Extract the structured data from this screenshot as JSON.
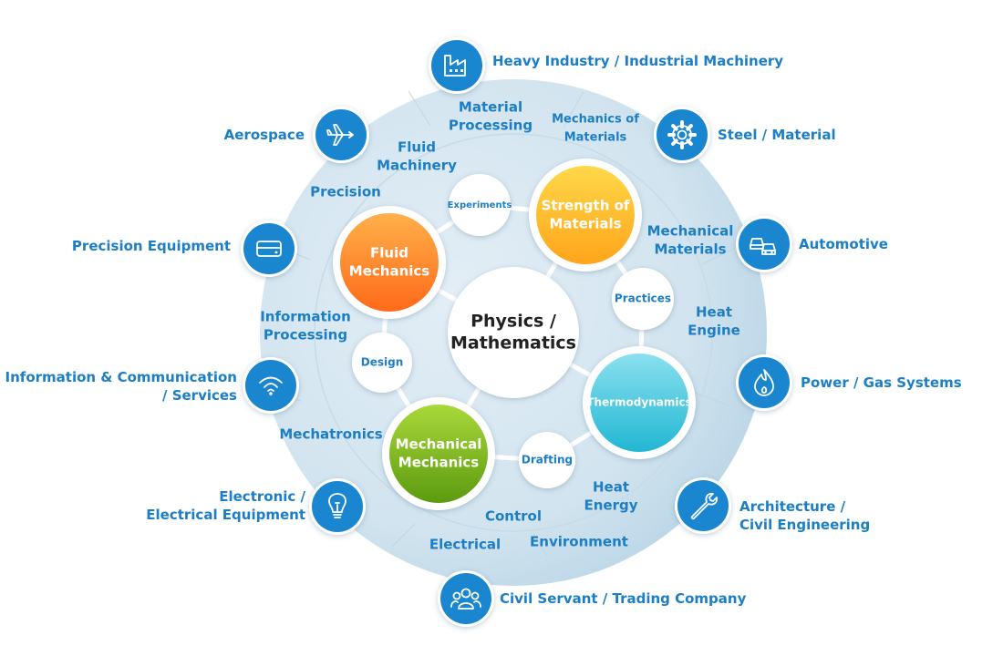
{
  "colors": {
    "accent_blue": "#1c7ec4",
    "icon_circle": "#1a86d0",
    "ring_light": "#e3eef6",
    "ring_dark": "#b4d2e4",
    "fluid": [
      "#ffb04a",
      "#ff6a1a"
    ],
    "strength": [
      "#ffd84a",
      "#ffa51a"
    ],
    "thermo": [
      "#8ae0ef",
      "#22b7d3"
    ],
    "mechanical": [
      "#a9d93a",
      "#5c9a10"
    ],
    "hub_text": "#222222"
  },
  "center": {
    "lines": [
      "Physics /",
      "Mathematics"
    ]
  },
  "core_subjects": [
    {
      "key": "fluid",
      "lines": [
        "Fluid",
        "Mechanics"
      ]
    },
    {
      "key": "strength",
      "lines": [
        "Strength of",
        "Materials"
      ]
    },
    {
      "key": "thermo",
      "lines": [
        "Thermodynamics"
      ]
    },
    {
      "key": "mechanical",
      "lines": [
        "Mechanical",
        "Mechanics"
      ]
    }
  ],
  "links": [
    {
      "key": "experiments",
      "label": "Experiments"
    },
    {
      "key": "practices",
      "label": "Practices"
    },
    {
      "key": "drafting",
      "label": "Drafting"
    },
    {
      "key": "design",
      "label": "Design"
    }
  ],
  "fields": [
    {
      "key": "material-processing",
      "lines": [
        "Material",
        "Processing"
      ]
    },
    {
      "key": "mechanics-of-materials",
      "lines": [
        "Mechanics of",
        "Materials"
      ]
    },
    {
      "key": "fluid-machinery",
      "lines": [
        "Fluid",
        "Machinery"
      ]
    },
    {
      "key": "precision",
      "lines": [
        "Precision"
      ]
    },
    {
      "key": "mechanical-materials",
      "lines": [
        "Mechanical",
        "Materials"
      ]
    },
    {
      "key": "information-processing",
      "lines": [
        "Information",
        "Processing"
      ]
    },
    {
      "key": "heat-engine",
      "lines": [
        "Heat",
        "Engine"
      ]
    },
    {
      "key": "mechatronics",
      "lines": [
        "Mechatronics"
      ]
    },
    {
      "key": "heat-energy",
      "lines": [
        "Heat",
        "Energy"
      ]
    },
    {
      "key": "control",
      "lines": [
        "Control"
      ]
    },
    {
      "key": "electrical",
      "lines": [
        "Electrical"
      ]
    },
    {
      "key": "environment",
      "lines": [
        "Environment"
      ]
    }
  ],
  "industries": [
    {
      "key": "heavy-industry",
      "icon": "factory-icon",
      "lines": [
        "Heavy Industry / Industrial Machinery"
      ]
    },
    {
      "key": "aerospace",
      "icon": "airplane-icon",
      "lines": [
        "Aerospace"
      ]
    },
    {
      "key": "steel-material",
      "icon": "gear-icon",
      "lines": [
        "Steel / Material"
      ]
    },
    {
      "key": "precision-equipment",
      "icon": "device-icon",
      "lines": [
        "Precision Equipment"
      ]
    },
    {
      "key": "automotive",
      "icon": "cars-icon",
      "lines": [
        "Automotive"
      ]
    },
    {
      "key": "ict-services",
      "icon": "wifi-icon",
      "lines": [
        "Information & Communication",
        "/ Services"
      ]
    },
    {
      "key": "power-gas",
      "icon": "flame-icon",
      "lines": [
        "Power / Gas Systems"
      ]
    },
    {
      "key": "electronic-equipment",
      "icon": "lightbulb-icon",
      "lines": [
        "Electronic /",
        "Electrical Equipment"
      ]
    },
    {
      "key": "architecture",
      "icon": "wrench-icon",
      "lines": [
        "Architecture /",
        "Civil Engineering"
      ]
    },
    {
      "key": "civil-servant",
      "icon": "people-icon",
      "lines": [
        "Civil Servant / Trading Company"
      ]
    }
  ]
}
